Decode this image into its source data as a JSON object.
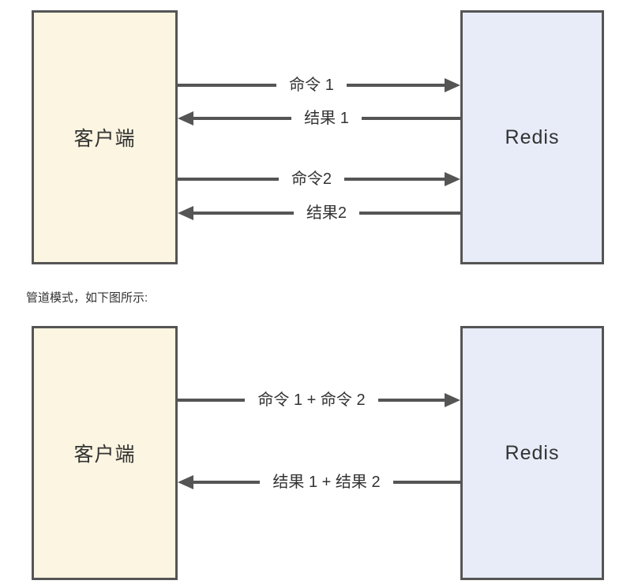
{
  "page": {
    "background": "#ffffff"
  },
  "colors": {
    "page_bg": "#ffffff",
    "client_fill": "#FBF5E1",
    "redis_fill": "#E7ECF8",
    "stroke": "#555555",
    "text": "#333333"
  },
  "caption": "管道模式，如下图所示:",
  "diagram_normal": {
    "client_label": "客户端",
    "redis_label": "Redis",
    "arrows": [
      {
        "label": "命令 1",
        "direction": "right"
      },
      {
        "label": "结果 1",
        "direction": "left"
      },
      {
        "label": "命令2",
        "direction": "right"
      },
      {
        "label": "结果2",
        "direction": "left"
      }
    ]
  },
  "diagram_pipeline": {
    "client_label": "客户端",
    "redis_label": "Redis",
    "arrows": [
      {
        "label": "命令 1 + 命令 2",
        "direction": "right"
      },
      {
        "label": "结果 1 + 结果 2",
        "direction": "left"
      }
    ]
  }
}
